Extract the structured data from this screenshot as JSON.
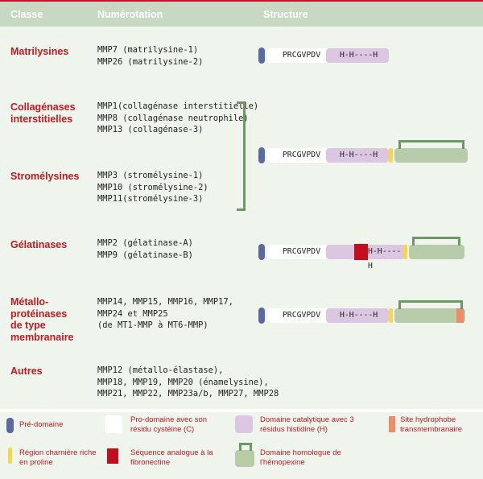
{
  "header": {
    "classe": "Classe",
    "numerotation": "Numérotation",
    "structure": "Structure"
  },
  "rows": [
    {
      "class_lines": [
        "Matrilysines"
      ],
      "numbers": [
        "MMP7 (matrilysine-1)",
        "MMP26 (matrilysine-2)"
      ]
    },
    {
      "class_lines": [
        "Collagénases",
        "interstitielles"
      ],
      "numbers": [
        "MMP1(collagénase interstitielle)",
        "MMP8 (collagénase neutrophile)",
        "MMP13 (collagénase-3)"
      ]
    },
    {
      "class_lines": [
        "Stromélysines"
      ],
      "numbers": [
        "MMP3 (stromélysine-1)",
        "MMP10 (stromélysine-2)",
        "MMP11(stromélysine-3)"
      ]
    },
    {
      "class_lines": [
        "Gélatinases"
      ],
      "numbers": [
        "MMP2 (gélatinase-A)",
        "MMP9 (gélatinase-B)"
      ]
    },
    {
      "class_lines": [
        "Métallo-",
        "protéinases",
        "de type",
        "membranaire"
      ],
      "numbers": [
        "MMP14, MMP15, MMP16, MMP17,",
        "MMP24 et MMP25",
        "(de MT1-MMP à MT6-MMP)"
      ]
    },
    {
      "class_lines": [
        "Autres"
      ],
      "numbers": [
        "MMP12 (métallo-élastase),",
        "MMP18, MMP19, MMP20 (énamelysine),",
        "MMP21, MMP22, MMP23a/b, MMP27, MMP28"
      ]
    }
  ],
  "structures": {
    "prodomain_text": "PRCGVPDV",
    "catalytic_text": "H-H----H",
    "gelatinase_catalytic_text": "H-H----H"
  },
  "legend": {
    "pre_domain": "Pré-domaine",
    "pro_domain": "Pro-domaine avec son résidu cystéine (C)",
    "catalytic": "Domaine catalytique avec 3 résidus histidine (H)",
    "hydrophobe": "Site hydrophobe transmembranaire",
    "hinge": "Région charnière riche en proline",
    "fibronectin": "Séquence analogue à la fibronectine",
    "hemopexin": "Domaine homologue de l'hémopexine"
  },
  "colors": {
    "accent_red": "#c01a22",
    "header_green": "#c8d9c3",
    "pre": "#5a6aa0",
    "catalytic": "#dcc7e2",
    "hinge": "#f2d84a",
    "hemopexin": "#b9cca9",
    "fibronectin": "#c20e1e",
    "transmembrane": "#ee8c68"
  }
}
